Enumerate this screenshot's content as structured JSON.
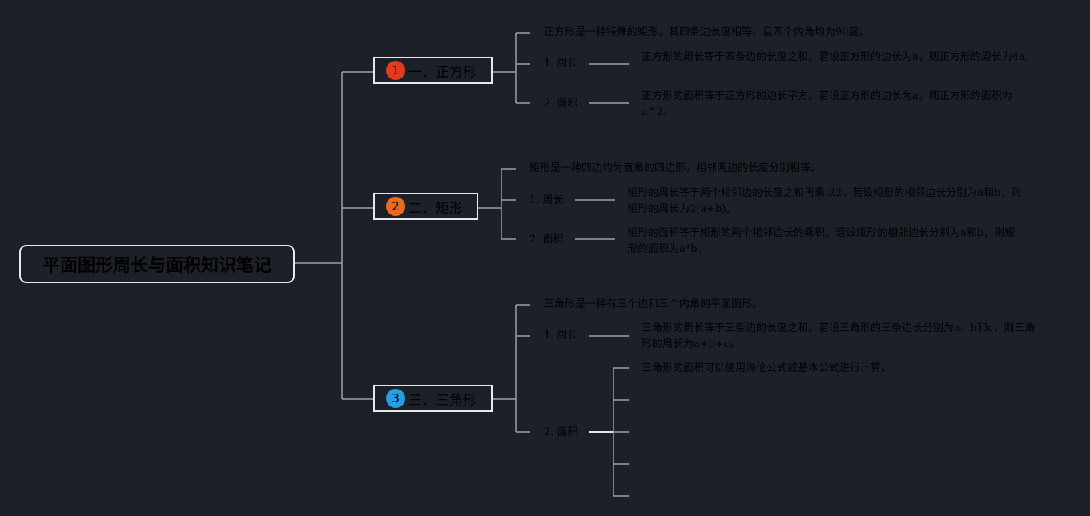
{
  "root": {
    "title": "平面图形周长与面积知识笔记"
  },
  "topics": [
    {
      "badge": "1",
      "badge_color": "#e03c1d",
      "label": "一、正方形",
      "definition": "正方形是一种特殊的矩形，其四条边长度相等，且四个内角均为90度。",
      "perimeter": {
        "label": "1. 周长",
        "text": "正方形的周长等于四条边的长度之和。若设正方形的边长为a，则正方形的周长为4a。"
      },
      "area": {
        "label": "2. 面积",
        "text": "正方形的面积等于正方形的边长平方。若设正方形的边长为a，则正方形的面积为a^2。"
      }
    },
    {
      "badge": "2",
      "badge_color": "#ea6a1f",
      "label": "二、矩形",
      "definition": "矩形是一种四边均为直角的四边形，相邻两边的长度分别相等。",
      "perimeter": {
        "label": "1. 周长",
        "text": "矩形的周长等于两个相邻边的长度之和再乘以2。若设矩形的相邻边长分别为a和b，则矩形的周长为2(a+b)。"
      },
      "area": {
        "label": "2. 面积",
        "text": "矩形的面积等于矩形的两个相邻边长的乘积。若设矩形的相邻边长分别为a和b，则矩形的面积为a*b。"
      }
    },
    {
      "badge": "3",
      "badge_color": "#2a9ce0",
      "label": "三、三角形",
      "definition": "三角形是一种有三个边和三个内角的平面图形。",
      "perimeter": {
        "label": "1. 周长",
        "text": "三角形的周长等于三条边的长度之和。若设三角形的三条边长分别为a、b和c，则三角形的周长为a+b+c。"
      },
      "area": {
        "label": "2. 面积",
        "text": "三角形的面积可以使用海伦公式或基本公式进行计算。"
      }
    }
  ],
  "colors": {
    "background": "#1c2028",
    "line": "#9aa0a6",
    "node_border": "#e8e8e8"
  }
}
